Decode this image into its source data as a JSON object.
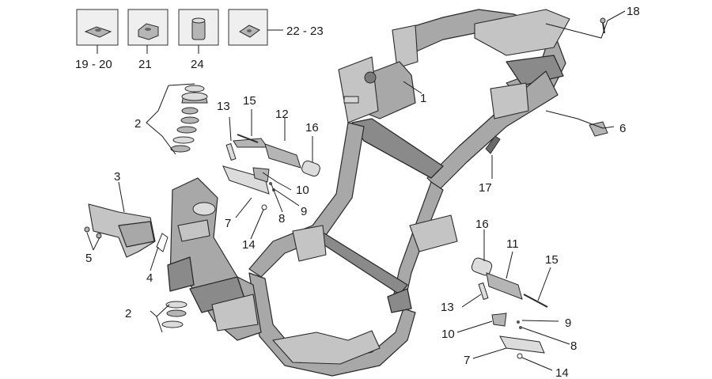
{
  "labels": {
    "l1": "1",
    "l2a": "2",
    "l2b": "2",
    "l3": "3",
    "l4": "4",
    "l5": "5",
    "l6": "6",
    "l7a": "7",
    "l7b": "7",
    "l8a": "8",
    "l8b": "8",
    "l9a": "9",
    "l9b": "9",
    "l10a": "10",
    "l10b": "10",
    "l11": "11",
    "l12": "12",
    "l13a": "13",
    "l13b": "13",
    "l14a": "14",
    "l14b": "14",
    "l15a": "15",
    "l15b": "15",
    "l16a": "16",
    "l16b": "16",
    "l17": "17",
    "l18": "18",
    "k1920": "19 - 20",
    "k21": "21",
    "k24": "24",
    "k2223": "22 - 23"
  }
}
